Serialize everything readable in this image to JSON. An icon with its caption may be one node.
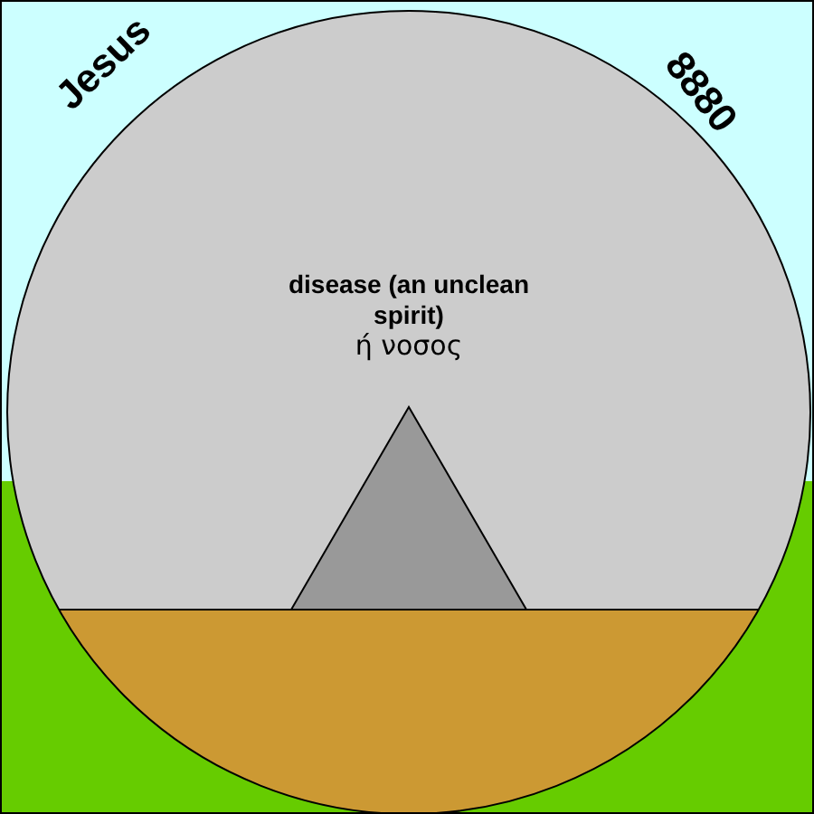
{
  "diagram": {
    "nodes": [
      {
        "text": [
          "disease (an unclean spirit)",
          "ή νοσος"
        ]
      }
    ],
    "labels": [
      "Jesus",
      "8880"
    ]
  }
}
